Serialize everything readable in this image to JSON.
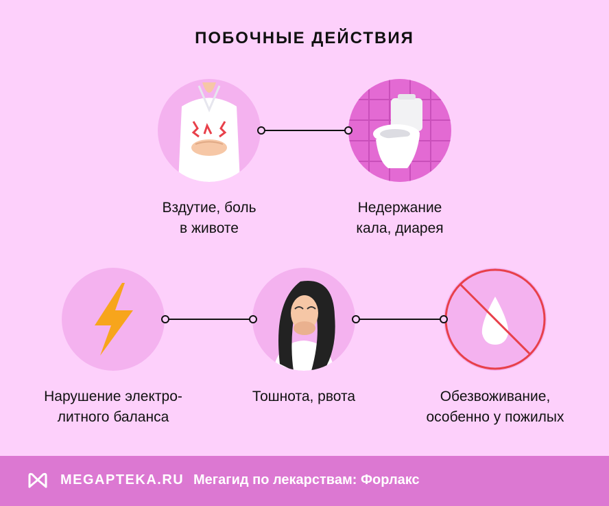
{
  "title": "ПОБОЧНЫЕ ДЕЙСТВИЯ",
  "items": [
    {
      "label": "Вздутие, боль\nв животе",
      "icon": "stomach-pain-icon"
    },
    {
      "label": "Недержание\nкала, диарея",
      "icon": "toilet-icon"
    },
    {
      "label": "Нарушение электро-\nлитного баланса",
      "icon": "lightning-icon"
    },
    {
      "label": "Тошнота, рвота",
      "icon": "nausea-icon"
    },
    {
      "label": "Обезвоживание,\nособенно у пожилых",
      "icon": "no-water-drop-icon"
    }
  ],
  "footer": {
    "brand": "MEGAPTEKA.RU",
    "tagline": "Мегагид по лекарствам: Форлакс"
  },
  "colors": {
    "background": "#fdd0fb",
    "circle": "#f4b2ef",
    "footer": "#dc78d2",
    "bolt": "#f7a51c",
    "forbidden": "#e8404a"
  }
}
